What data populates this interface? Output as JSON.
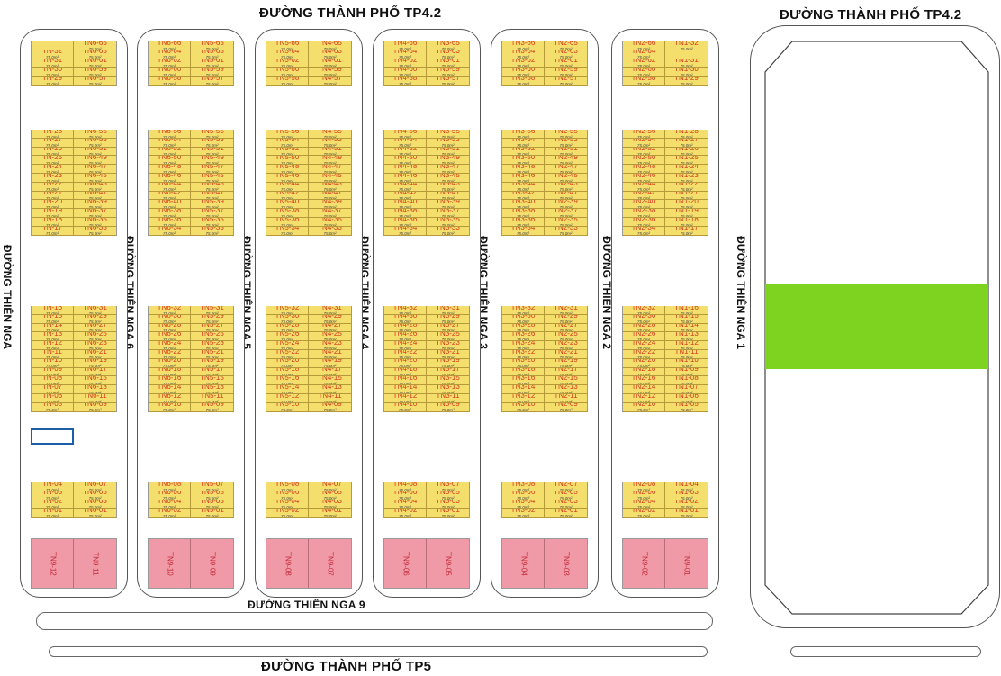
{
  "roads": {
    "top_main": "ĐƯỜNG THÀNH PHỐ TP4.2",
    "top_right": "ĐƯỜNG THÀNH PHỐ TP4.2",
    "bottom_main": "ĐƯỜNG THÀNH PHỐ TP5",
    "inner_bottom": "ĐƯỜNG THIÊN NGA 9",
    "left_edge": "ĐƯỜNG THIÊN NGA",
    "tn6": "ĐƯỜNG THIÊN NGA 6",
    "tn5": "ĐƯỜNG THIÊN NGA 5",
    "tn4": "ĐƯỜNG THIÊN NGA 4",
    "tn3": "ĐƯỜNG THIÊN NGA 3",
    "tn2": "ĐƯỜNG THIÊN NGA 2",
    "tn1": "ĐƯỜNG THIÊN NGA 1"
  },
  "colors": {
    "lot": "#f4de6c",
    "lot_code": "#d63a1c",
    "pink_lot": "#ef9aa6",
    "green_zone": "#7ed321",
    "highlight": "#1c5fa8"
  },
  "lot_area_label": "75.0m²",
  "blocks": [
    {
      "id": "b6",
      "groups": [
        [
          "",
          "TN6-65",
          "TN-32",
          "TN6-63",
          "TN-31",
          "TN6-61",
          "TN-30",
          "TN6-59",
          "TN-29",
          "TN6-57"
        ],
        [
          "TN-28",
          "TN6-55",
          "TN-27",
          "TN6-53",
          "TN-26",
          "TN6-51",
          "TN-25",
          "TN6-49",
          "TN-24",
          "TN6-47",
          "TN-23",
          "TN6-45",
          "TN-22",
          "TN6-43",
          "TN-21",
          "TN6-41",
          "TN-20",
          "TN6-39",
          "TN-19",
          "TN6-37",
          "TN-18",
          "TN6-35",
          "TN-17",
          "TN6-33"
        ],
        [
          "TN-16",
          "TN6-31",
          "TN-15",
          "TN6-29",
          "TN-14",
          "TN6-27",
          "TN-13",
          "TN6-25",
          "TN-12",
          "TN6-23",
          "TN-11",
          "TN6-21",
          "TN-10",
          "TN6-19",
          "TN-09",
          "TN6-17",
          "TN-08",
          "TN6-15",
          "TN-07",
          "TN6-13",
          "TN-06",
          "TN6-11",
          "TN-05",
          "TN6-09"
        ],
        [
          "TN-04",
          "TN6-07",
          "TN-03",
          "TN6-05",
          "TN-02",
          "TN6-03",
          "TN-01",
          "TN6-01"
        ]
      ],
      "pink": [
        "TN9-12",
        "TN9-11"
      ]
    },
    {
      "id": "b5",
      "groups": [
        [
          "TN6-66",
          "TN5-65",
          "TN6-64",
          "TN5-63",
          "TN6-62",
          "TN5-61",
          "TN6-60",
          "TN5-59",
          "TN6-58",
          "TN5-57"
        ],
        [
          "TN6-56",
          "TN5-55",
          "TN6-54",
          "TN5-53",
          "TN6-52",
          "TN5-51",
          "TN6-50",
          "TN5-49",
          "TN6-48",
          "TN5-47",
          "TN6-46",
          "TN5-45",
          "TN6-44",
          "TN5-43",
          "TN6-42",
          "TN5-41",
          "TN6-40",
          "TN5-39",
          "TN6-38",
          "TN5-37",
          "TN6-36",
          "TN5-35",
          "TN6-34",
          "TN5-33"
        ],
        [
          "TN6-32",
          "TN5-31",
          "TN6-30",
          "TN5-29",
          "TN6-28",
          "TN5-27",
          "TN6-26",
          "TN5-25",
          "TN6-24",
          "TN5-23",
          "TN6-22",
          "TN5-21",
          "TN6-20",
          "TN5-19",
          "TN6-18",
          "TN5-17",
          "TN6-16",
          "TN5-15",
          "TN6-14",
          "TN5-13",
          "TN6-12",
          "TN5-11",
          "TN6-10",
          "TN5-09"
        ],
        [
          "TN6-08",
          "TN5-07",
          "TN6-06",
          "TN5-05",
          "TN6-04",
          "TN5-03",
          "TN6-02",
          "TN5-01"
        ]
      ],
      "pink": [
        "TN9-10",
        "TN9-09"
      ]
    },
    {
      "id": "b4",
      "groups": [
        [
          "TN5-66",
          "TN4-65",
          "TN5-64",
          "TN4-63",
          "TN5-62",
          "TN4-61",
          "TN5-60",
          "TN4-59",
          "TN5-58",
          "TN4-57"
        ],
        [
          "TN5-56",
          "TN4-55",
          "TN5-54",
          "TN4-53",
          "TN5-52",
          "TN4-51",
          "TN5-50",
          "TN4-49",
          "TN5-48",
          "TN4-47",
          "TN5-46",
          "TN4-45",
          "TN5-44",
          "TN4-43",
          "TN5-42",
          "TN4-41",
          "TN5-40",
          "TN4-39",
          "TN5-38",
          "TN4-37",
          "TN5-36",
          "TN4-35",
          "TN5-34",
          "TN4-33"
        ],
        [
          "TN5-32",
          "TN4-31",
          "TN5-30",
          "TN4-29",
          "TN5-28",
          "TN4-27",
          "TN5-26",
          "TN4-25",
          "TN5-24",
          "TN4-23",
          "TN5-22",
          "TN4-21",
          "TN5-20",
          "TN4-19",
          "TN5-18",
          "TN4-17",
          "TN5-16",
          "TN4-15",
          "TN5-14",
          "TN4-13",
          "TN5-12",
          "TN4-11",
          "TN5-10",
          "TN4-09"
        ],
        [
          "TN5-08",
          "TN4-07",
          "TN5-06",
          "TN4-05",
          "TN5-04",
          "TN4-03",
          "TN5-02",
          "TN4-01"
        ]
      ],
      "pink": [
        "TN9-08",
        "TN9-07"
      ]
    },
    {
      "id": "b3",
      "groups": [
        [
          "TN4-66",
          "TN3-65",
          "TN4-64",
          "TN3-63",
          "TN4-62",
          "TN3-61",
          "TN4-60",
          "TN3-59",
          "TN4-58",
          "TN3-57"
        ],
        [
          "TN4-56",
          "TN3-55",
          "TN4-54",
          "TN3-53",
          "TN4-52",
          "TN3-51",
          "TN4-50",
          "TN3-49",
          "TN4-48",
          "TN3-47",
          "TN4-46",
          "TN3-45",
          "TN4-44",
          "TN3-43",
          "TN4-42",
          "TN3-41",
          "TN4-40",
          "TN3-39",
          "TN4-38",
          "TN3-37",
          "TN4-36",
          "TN3-35",
          "TN4-34",
          "TN3-33"
        ],
        [
          "TN4-32",
          "TN3-31",
          "TN4-30",
          "TN3-29",
          "TN4-28",
          "TN3-27",
          "TN4-26",
          "TN3-25",
          "TN4-24",
          "TN3-23",
          "TN4-22",
          "TN3-21",
          "TN4-20",
          "TN3-19",
          "TN4-18",
          "TN3-17",
          "TN4-16",
          "TN3-15",
          "TN4-14",
          "TN3-13",
          "TN4-12",
          "TN3-11",
          "TN4-10",
          "TN3-09"
        ],
        [
          "TN4-08",
          "TN3-07",
          "TN4-06",
          "TN3-05",
          "TN4-04",
          "TN3-03",
          "TN4-02",
          "TN3-01"
        ]
      ],
      "pink": [
        "TN9-06",
        "TN9-05"
      ]
    },
    {
      "id": "b2",
      "groups": [
        [
          "TN3-66",
          "TN2-65",
          "TN3-64",
          "TN2-63",
          "TN3-62",
          "TN2-61",
          "TN3-60",
          "TN2-59",
          "TN3-58",
          "TN2-57"
        ],
        [
          "TN3-56",
          "TN2-55",
          "TN3-54",
          "TN2-53",
          "TN3-52",
          "TN2-51",
          "TN3-50",
          "TN2-49",
          "TN3-48",
          "TN2-47",
          "TN3-46",
          "TN2-45",
          "TN3-44",
          "TN2-43",
          "TN3-42",
          "TN2-41",
          "TN3-40",
          "TN2-39",
          "TN3-38",
          "TN2-37",
          "TN3-36",
          "TN2-35",
          "TN3-34",
          "TN2-33"
        ],
        [
          "TN3-32",
          "TN2-31",
          "TN3-30",
          "TN2-29",
          "TN3-28",
          "TN2-27",
          "TN3-26",
          "TN2-25",
          "TN3-24",
          "TN2-23",
          "TN3-22",
          "TN2-21",
          "TN3-20",
          "TN2-19",
          "TN3-18",
          "TN2-17",
          "TN3-16",
          "TN2-15",
          "TN3-14",
          "TN2-13",
          "TN3-12",
          "TN2-11",
          "TN3-10",
          "TN2-09"
        ],
        [
          "TN3-08",
          "TN2-07",
          "TN3-06",
          "TN2-05",
          "TN3-04",
          "TN2-03",
          "TN3-02",
          "TN2-01"
        ]
      ],
      "pink": [
        "TN9-04",
        "TN9-03"
      ]
    },
    {
      "id": "b1",
      "groups": [
        [
          "TN2-66",
          "TN1-32",
          "TN2-64",
          "",
          "TN2-62",
          "TN1-31",
          "TN2-60",
          "TN1-30",
          "TN2-58",
          "TN1-29"
        ],
        [
          "TN2-56",
          "TN1-28",
          "TN2-54",
          "TN1-27",
          "TN2-52",
          "TN1-26",
          "TN2-50",
          "TN1-25",
          "TN2-48",
          "TN1-24",
          "TN2-46",
          "TN1-23",
          "TN2-44",
          "TN1-22",
          "TN2-42",
          "TN1-21",
          "TN2-40",
          "TN1-20",
          "TN2-38",
          "TN1-19",
          "TN2-36",
          "TN1-18",
          "TN2-34",
          "TN1-17"
        ],
        [
          "TN2-32",
          "TN1-16",
          "TN2-30",
          "TN1-15",
          "TN2-28",
          "TN1-14",
          "TN2-26",
          "TN1-13",
          "TN2-24",
          "TN1-12",
          "TN2-22",
          "TN1-11",
          "TN2-20",
          "TN1-10",
          "TN2-18",
          "TN1-09",
          "TN2-16",
          "TN1-08",
          "TN2-14",
          "TN1-07",
          "TN2-12",
          "TN1-06",
          "TN2-10",
          "TN1-05"
        ],
        [
          "TN2-08",
          "TN1-04",
          "TN2-06",
          "TN1-03",
          "TN2-04",
          "TN1-02",
          "TN2-02",
          "TN1-01"
        ]
      ],
      "pink": [
        "TN9-02",
        "TN9-01"
      ]
    }
  ]
}
